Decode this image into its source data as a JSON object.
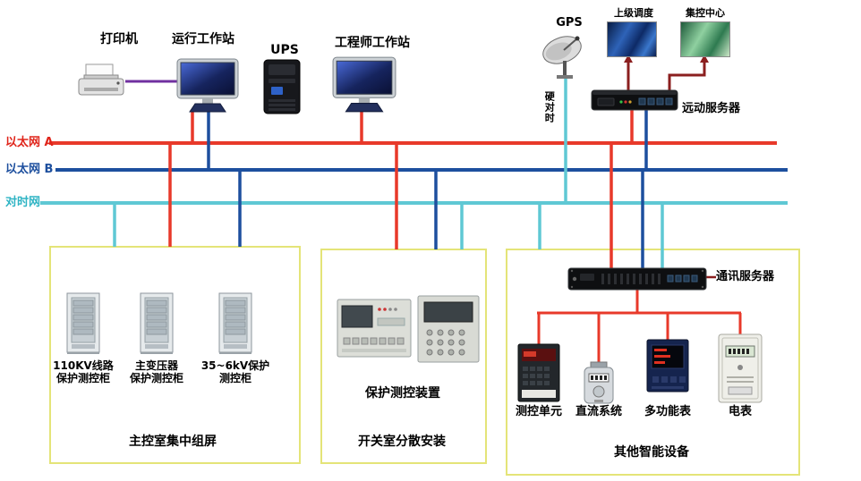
{
  "buses": {
    "ethernet_a": {
      "label": "以太网 A",
      "color": "#e8392a"
    },
    "ethernet_b": {
      "label": "以太网 B",
      "color": "#1d4f9e"
    },
    "time_net": {
      "label": "对时网",
      "color": "#5fc8d4"
    }
  },
  "top": {
    "printer": "打印机",
    "operator_ws": "运行工作站",
    "ups": "UPS",
    "engineer_ws": "工程师工作站",
    "gps": "GPS",
    "hard_time_sync": "硬对时",
    "superior_dispatch": "上级调度",
    "central_control": "集控中心",
    "telecontrol_server": "远动服务器"
  },
  "left_group": {
    "caption": "主控室集中组屏",
    "cabinets": [
      {
        "line1": "110KV线路",
        "line2": "保护测控柜"
      },
      {
        "line1": "主变压器",
        "line2": "保护测控柜"
      },
      {
        "line1": "35~6kV保护",
        "line2": "测控柜"
      }
    ]
  },
  "middle_group": {
    "device_label": "保护测控装置",
    "caption": "开关室分散安装"
  },
  "right_group": {
    "comm_server": "通讯服务器",
    "devices": [
      "测控单元",
      "直流系统",
      "多功能表",
      "电表"
    ],
    "caption": "其他智能设备"
  },
  "link_colors": {
    "uplink": "#8b1f1f",
    "printer_link": "#7030a0",
    "group_border": "#e4e478"
  }
}
